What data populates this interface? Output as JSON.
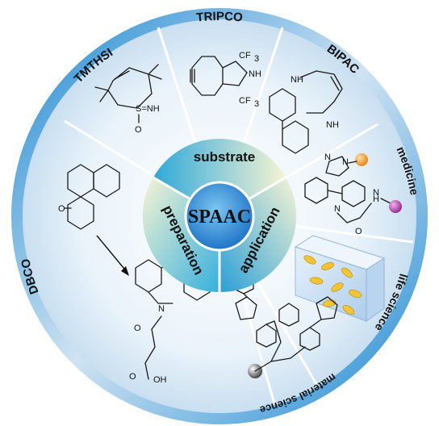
{
  "center": {
    "label": "SPAAC"
  },
  "inner": {
    "top": "substrate",
    "left": "preparation",
    "right": "application"
  },
  "outer": {
    "tripco": "TRIPCO",
    "tmthsi": "TMTHSI",
    "bipac": "BIPAC",
    "medicine": "medicine",
    "life_science": "life science",
    "material_science": "material science",
    "dbco": "DBCO"
  },
  "atoms": {
    "cf3": "CF",
    "three": "3",
    "nh": "NH",
    "s_eq_nh": "S=NH",
    "o": "O",
    "n": "N",
    "h": "H",
    "oh": "OH"
  },
  "colors": {
    "ring_blue": "#1f8fd6",
    "ring_light": "#dcebf7",
    "center_blue": "#2b7fd0",
    "inner_cyan": "#37b3dc",
    "inner_cream": "#f5f4d6",
    "accent_orange": "#f19a2a",
    "accent_purple": "#b34aa6"
  }
}
